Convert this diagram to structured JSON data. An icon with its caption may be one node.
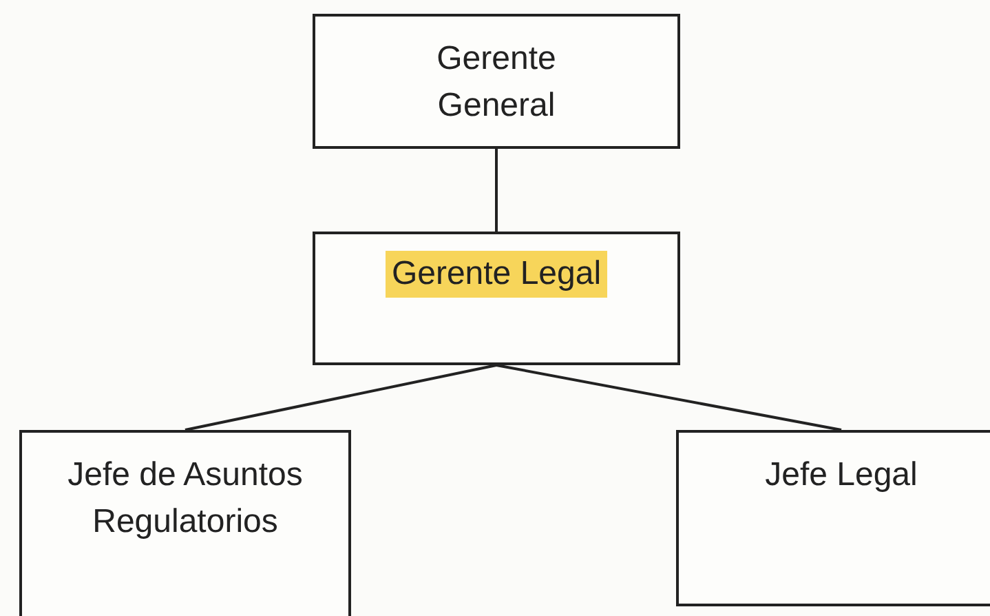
{
  "diagram": {
    "nodes": [
      {
        "text": [
          "Gerente General"
        ]
      },
      {
        "text": [
          "Gerente Legal"
        ]
      },
      {
        "text": [
          "Jefe de Asuntos Regulatorios"
        ]
      },
      {
        "text": [
          "Jefe Legal"
        ]
      }
    ],
    "edges": [
      {
        "from": 0,
        "to": 1,
        "arrow": "none"
      },
      {
        "from": 1,
        "to": 2,
        "arrow": "none"
      },
      {
        "from": 1,
        "to": 3,
        "arrow": "none"
      }
    ]
  }
}
